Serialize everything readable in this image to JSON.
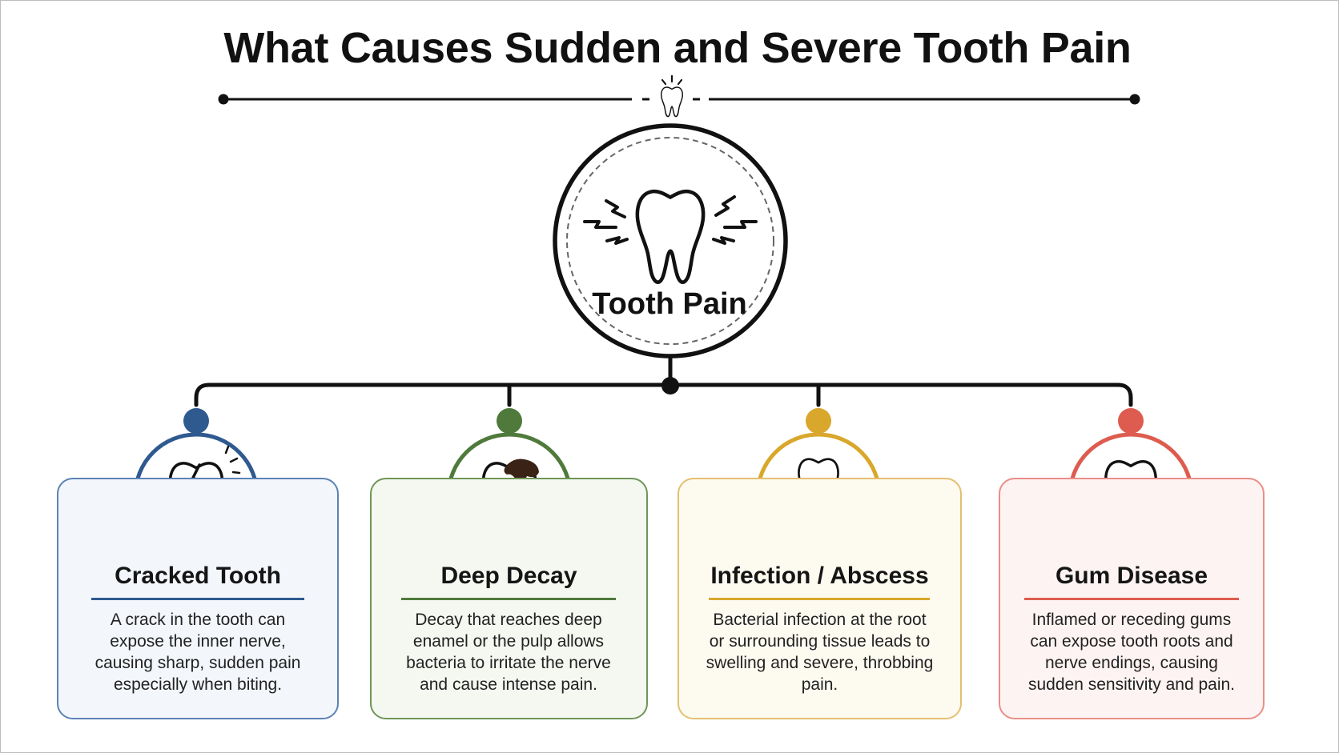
{
  "title": "What Causes Sudden and Severe Tooth Pain",
  "center": {
    "label": "Tooth Pain",
    "icon": "tooth-pain-icon"
  },
  "causes": [
    {
      "title": "Cracked Tooth",
      "description": "A crack in the tooth can expose the inner nerve, causing sharp, sudden pain especially when biting.",
      "color": "#2f5a8f",
      "icon": "cracked-tooth-icon"
    },
    {
      "title": "Deep Decay",
      "description": "Decay that reaches deep enamel or the pulp allows bacteria to irritate the nerve and cause intense pain.",
      "color": "#4f7a3b",
      "icon": "decayed-tooth-icon"
    },
    {
      "title": "Infection / Abscess",
      "description": "Bacterial infection at the root or surrounding tissue leads to swelling and severe, throbbing pain.",
      "color": "#d9a72c",
      "icon": "abscess-tooth-icon"
    },
    {
      "title": "Gum Disease",
      "description": "Inflamed or receding gums can expose tooth roots and nerve endings, causing sudden sensitivity and pain.",
      "color": "#dd5c4f",
      "icon": "gum-disease-tooth-icon"
    }
  ]
}
